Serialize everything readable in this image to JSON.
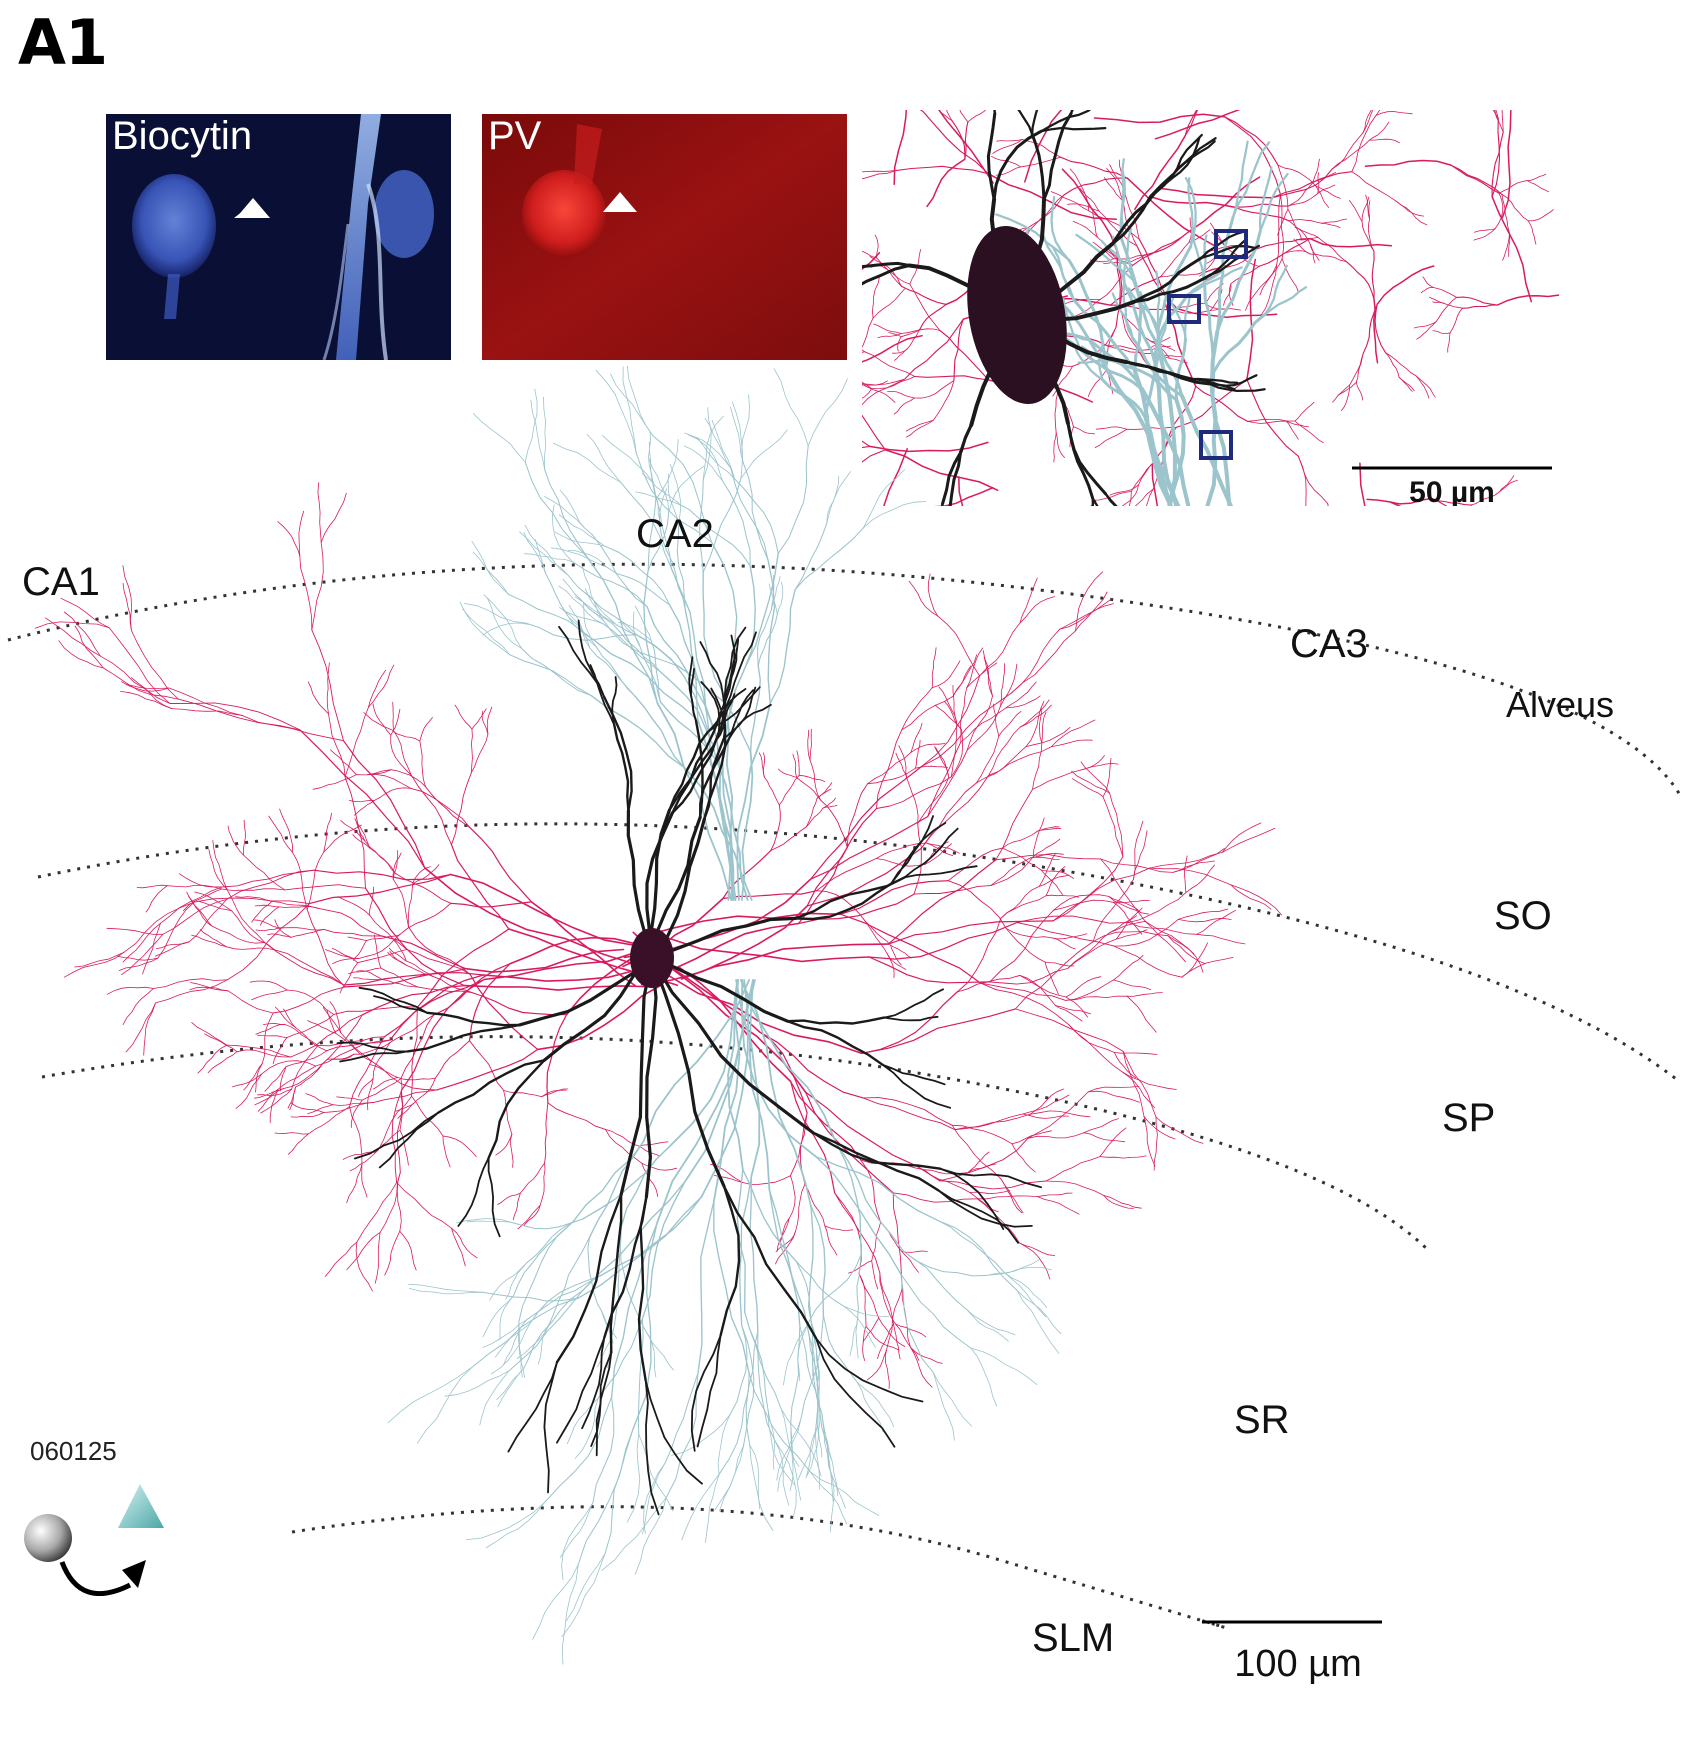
{
  "figure": {
    "panel_label": "A1",
    "insets": {
      "biocytin": {
        "label": "Biocytin"
      },
      "pv": {
        "label": "PV"
      },
      "reconstruction": {
        "scale_bar_label": "50 µm"
      }
    },
    "regions": {
      "ca1": "CA1",
      "ca2": "CA2",
      "ca3": "CA3",
      "alveus": "Alveus",
      "so": "SO",
      "sp": "SP",
      "sr": "SR",
      "slm": "SLM"
    },
    "cell_id": "060125",
    "scale_bar_label": "100 µm",
    "colors": {
      "interneuron_axon": "#d81b60",
      "interneuron_dendrite": "#1a1a1a",
      "pyramidal_cell": "#9cc4cc",
      "biocytin_background": "#0b1238",
      "pv_background": "#8c0d0d",
      "contact_box": "#1f2a7a"
    }
  }
}
